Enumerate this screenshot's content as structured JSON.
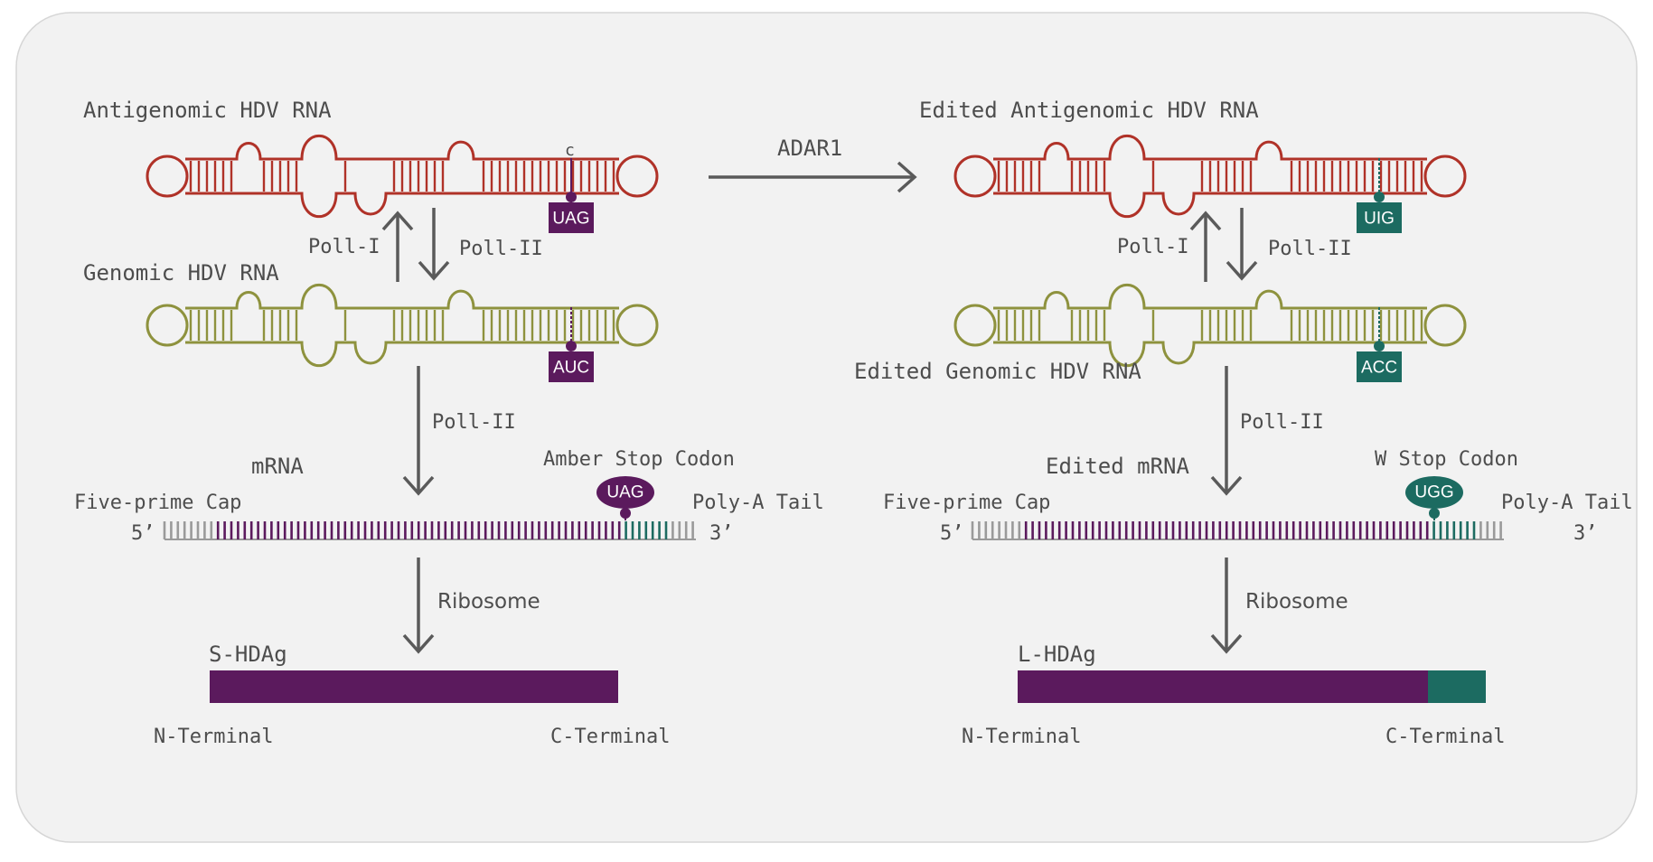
{
  "colors": {
    "antigenomic": "#b03228",
    "genomic": "#8e923e",
    "purple": "#5b1a5d",
    "teal": "#1c6b61",
    "arrow": "#5a5a5a",
    "cap": "#9a9a9a",
    "panel": "#f2f2f2"
  },
  "left": {
    "antigenomic_title": "Antigenomic HDV RNA",
    "antigenomic_mark": "c",
    "antigenomic_codon": "UAG",
    "genomic_title": "Genomic HDV RNA",
    "genomic_codon": "AUC",
    "pol_up": "Poll-I",
    "pol_down": "Poll-II",
    "pol_mrna": "Poll-II",
    "mrna_title": "mRNA",
    "stop_title": "Amber Stop Codon",
    "stop_codon": "UAG",
    "cap_label": "Five-prime Cap",
    "tail_label": "Poly-A Tail",
    "five_prime": "5’",
    "three_prime": "3’",
    "ribosome": "Ribosome",
    "protein": "S-HDAg",
    "n_terminal": "N-Terminal",
    "c_terminal": "C-Terminal"
  },
  "center": {
    "enzyme": "ADAR1"
  },
  "right": {
    "antigenomic_title": "Edited Antigenomic HDV RNA",
    "antigenomic_codon": "UIG",
    "genomic_title": "Edited Genomic HDV RNA",
    "genomic_codon": "ACC",
    "pol_up": "Poll-I",
    "pol_down": "Poll-II",
    "pol_mrna": "Poll-II",
    "mrna_title": "Edited mRNA",
    "stop_title": "W Stop Codon",
    "stop_codon": "UGG",
    "cap_label": "Five-prime Cap",
    "tail_label": "Poly-A Tail",
    "five_prime": "5’",
    "three_prime": "3’",
    "ribosome": "Ribosome",
    "protein": "L-HDAg",
    "n_terminal": "N-Terminal",
    "c_terminal": "C-Terminal"
  }
}
